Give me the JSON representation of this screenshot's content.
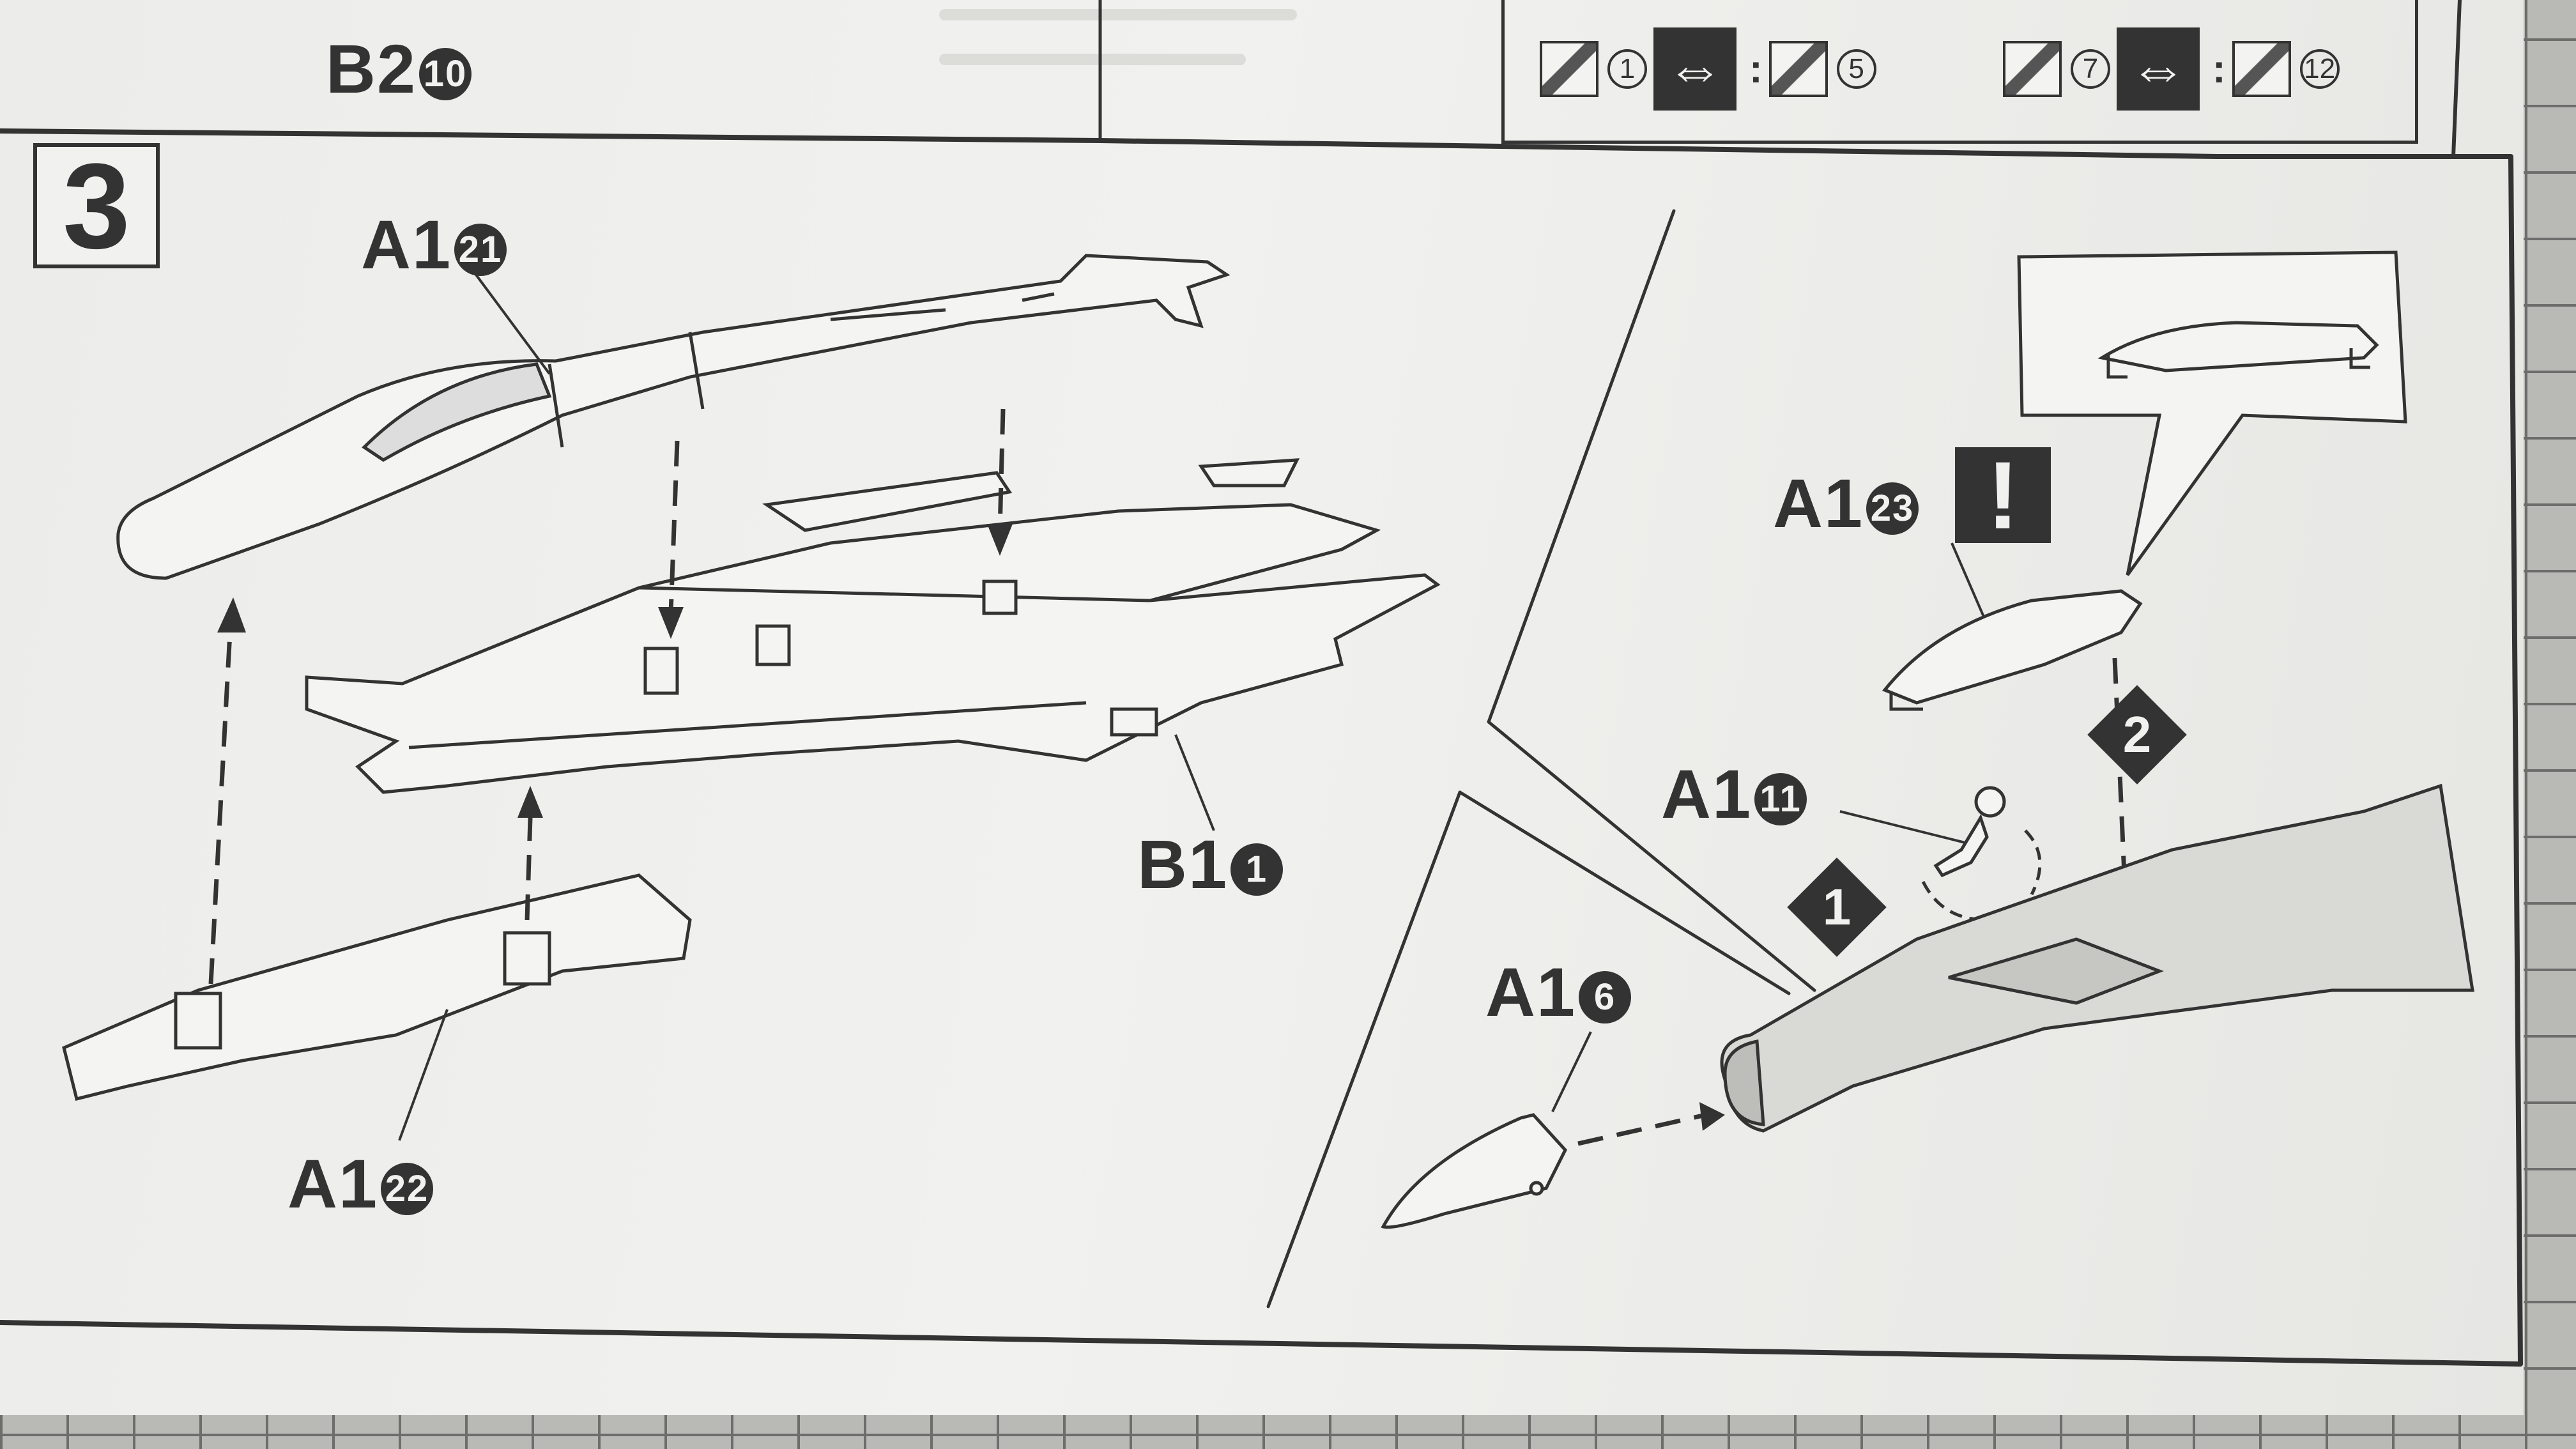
{
  "step": {
    "number": "3"
  },
  "legend": {
    "pair1": {
      "from": "1",
      "to": "5"
    },
    "pair2": {
      "from": "7",
      "to": "12"
    },
    "separator": ":"
  },
  "labels": {
    "top_left": {
      "runner": "B2",
      "part": "10"
    },
    "a1_21": {
      "runner": "A1",
      "part": "21"
    },
    "b1_1": {
      "runner": "B1",
      "part": "1"
    },
    "a1_22": {
      "runner": "A1",
      "part": "22"
    },
    "a1_23": {
      "runner": "A1",
      "part": "23"
    },
    "a1_11": {
      "runner": "A1",
      "part": "11"
    },
    "a1_6": {
      "runner": "A1",
      "part": "6"
    }
  },
  "markers": {
    "attention": "!",
    "order1": "1",
    "order2": "2"
  },
  "colors": {
    "ink": "#333333",
    "paper": "#f1f1ef",
    "mat": "#b9b9b6",
    "grid": "#6d6d6b"
  }
}
